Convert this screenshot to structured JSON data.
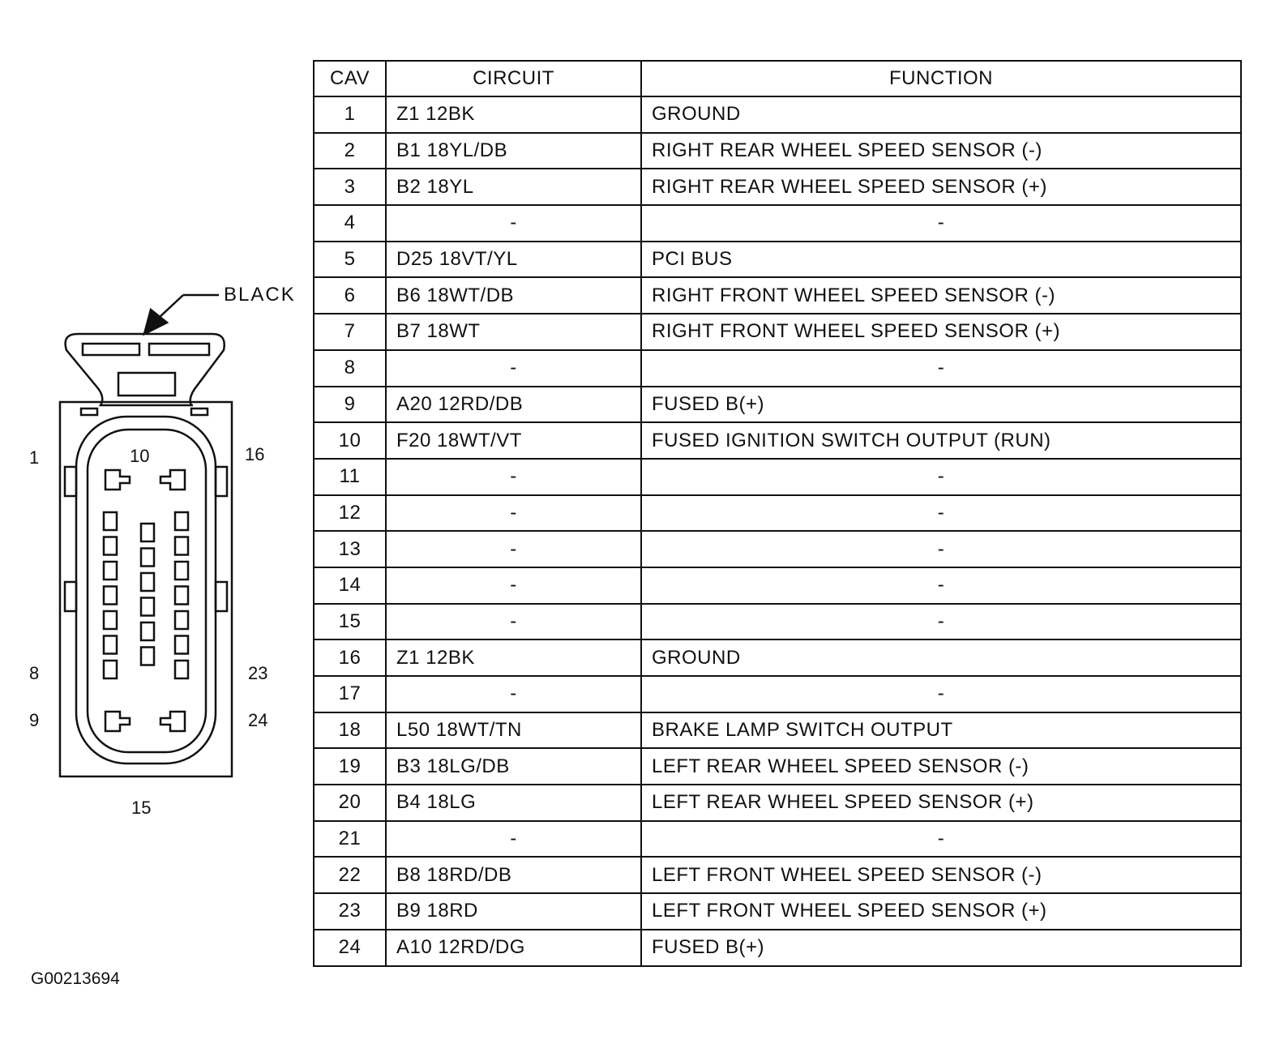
{
  "connector": {
    "color_label": "BLACK",
    "pin_labels": {
      "top_left": "1",
      "top_center": "10",
      "top_right": "16",
      "mid_left": "8",
      "mid_right": "23",
      "low_left": "9",
      "low_right": "24",
      "bottom": "15"
    }
  },
  "figure_id": "G00213694",
  "table": {
    "headers": [
      "CAV",
      "CIRCUIT",
      "FUNCTION"
    ],
    "rows": [
      {
        "cav": "1",
        "circuit": "Z1 12BK",
        "function": "GROUND"
      },
      {
        "cav": "2",
        "circuit": "B1 18YL/DB",
        "function": "RIGHT REAR WHEEL SPEED SENSOR (-)"
      },
      {
        "cav": "3",
        "circuit": "B2 18YL",
        "function": "RIGHT REAR WHEEL SPEED SENSOR (+)"
      },
      {
        "cav": "4",
        "circuit": "-",
        "function": "-"
      },
      {
        "cav": "5",
        "circuit": "D25 18VT/YL",
        "function": "PCI BUS"
      },
      {
        "cav": "6",
        "circuit": "B6 18WT/DB",
        "function": "RIGHT FRONT WHEEL SPEED SENSOR (-)"
      },
      {
        "cav": "7",
        "circuit": "B7 18WT",
        "function": "RIGHT FRONT WHEEL SPEED SENSOR (+)"
      },
      {
        "cav": "8",
        "circuit": "-",
        "function": "-"
      },
      {
        "cav": "9",
        "circuit": "A20 12RD/DB",
        "function": "FUSED B(+)"
      },
      {
        "cav": "10",
        "circuit": "F20 18WT/VT",
        "function": "FUSED IGNITION SWITCH OUTPUT (RUN)"
      },
      {
        "cav": "11",
        "circuit": "-",
        "function": "-"
      },
      {
        "cav": "12",
        "circuit": "-",
        "function": "-"
      },
      {
        "cav": "13",
        "circuit": "-",
        "function": "-"
      },
      {
        "cav": "14",
        "circuit": "-",
        "function": "-"
      },
      {
        "cav": "15",
        "circuit": "-",
        "function": "-"
      },
      {
        "cav": "16",
        "circuit": "Z1 12BK",
        "function": "GROUND"
      },
      {
        "cav": "17",
        "circuit": "-",
        "function": "-"
      },
      {
        "cav": "18",
        "circuit": "L50 18WT/TN",
        "function": "BRAKE LAMP SWITCH OUTPUT"
      },
      {
        "cav": "19",
        "circuit": "B3 18LG/DB",
        "function": "LEFT REAR WHEEL SPEED SENSOR (-)"
      },
      {
        "cav": "20",
        "circuit": "B4 18LG",
        "function": "LEFT REAR WHEEL SPEED SENSOR (+)"
      },
      {
        "cav": "21",
        "circuit": "-",
        "function": "-"
      },
      {
        "cav": "22",
        "circuit": "B8 18RD/DB",
        "function": "LEFT FRONT WHEEL SPEED SENSOR (-)"
      },
      {
        "cav": "23",
        "circuit": "B9 18RD",
        "function": "LEFT FRONT WHEEL SPEED SENSOR (+)"
      },
      {
        "cav": "24",
        "circuit": "A10 12RD/DG",
        "function": "FUSED B(+)"
      }
    ]
  }
}
